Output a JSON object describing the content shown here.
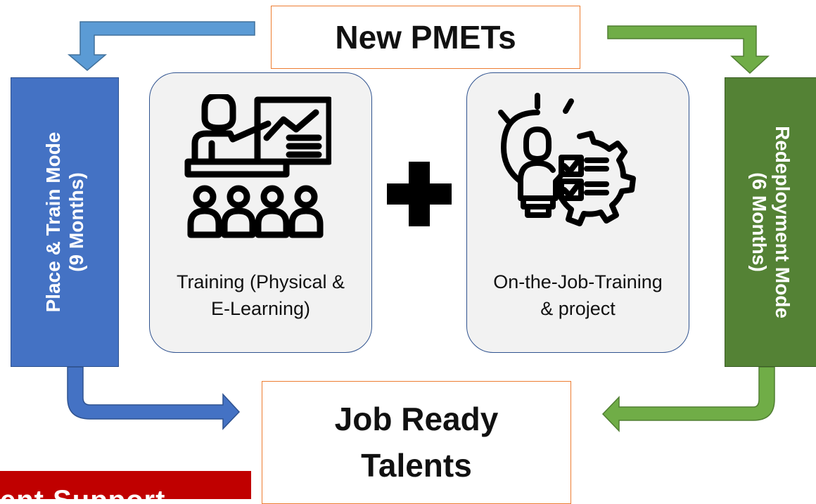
{
  "top": {
    "title": "New PMETs"
  },
  "bottom": {
    "line1": "Job Ready",
    "line2": "Talents"
  },
  "left_mode": {
    "line1": "Place & Train Mode",
    "line2": "(9 Months)"
  },
  "right_mode": {
    "line1": "Redeployment Mode",
    "line2": "(6 Months)"
  },
  "training_card": {
    "line1": "Training (Physical &",
    "line2": "E-Learning)",
    "icon": "classroom-presentation-icon"
  },
  "ojt_card": {
    "line1": "On-the-Job-Training",
    "line2": "& project",
    "icon": "lightbulb-checklist-gear-icon"
  },
  "plus": {
    "icon": "plus-icon"
  },
  "footer": {
    "text": "ent Support"
  },
  "colors": {
    "blue": "#4472c4",
    "green": "#548235",
    "arrow_blue_light": "#5b9bd5",
    "arrow_green_light": "#70ad47",
    "orange_border": "#ed7d31",
    "footer_red": "#c00000"
  }
}
